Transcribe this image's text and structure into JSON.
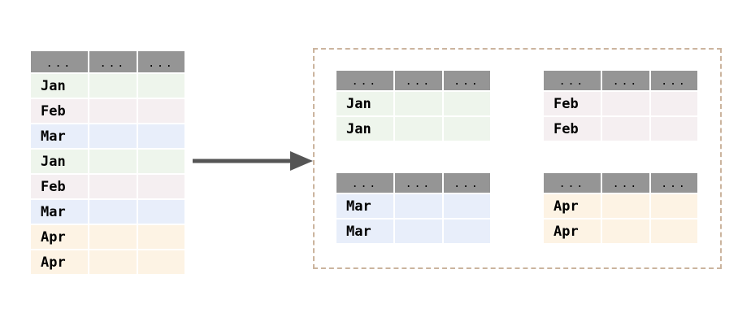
{
  "diagram": {
    "title": "group-by split diagram",
    "colors": {
      "header_gray": "#959595",
      "jan_green": "#eef5ec",
      "feb_pink": "#f5eff1",
      "mar_blue": "#e8eefa",
      "apr_cream": "#fdf3e4",
      "arrow_gray": "#555555",
      "panel_border": "#cbb49e",
      "background": "#ffffff",
      "text": "#000000"
    },
    "header_dots": "...",
    "source_table": {
      "name": "source-table",
      "columns": [
        "...",
        "...",
        "..."
      ],
      "rows": [
        {
          "label": "Jan",
          "group": "jan"
        },
        {
          "label": "Feb",
          "group": "feb"
        },
        {
          "label": "Mar",
          "group": "mar"
        },
        {
          "label": "Jan",
          "group": "jan"
        },
        {
          "label": "Feb",
          "group": "feb"
        },
        {
          "label": "Mar",
          "group": "mar"
        },
        {
          "label": "Apr",
          "group": "apr"
        },
        {
          "label": "Apr",
          "group": "apr"
        }
      ]
    },
    "arrow": {
      "name": "flow-arrow",
      "direction": "right"
    },
    "result_panel": {
      "name": "result-panel",
      "groups": [
        {
          "name": "group-table-jan",
          "columns": [
            "...",
            "...",
            "..."
          ],
          "rows": [
            "Jan",
            "Jan"
          ],
          "group": "jan"
        },
        {
          "name": "group-table-feb",
          "columns": [
            "...",
            "...",
            "..."
          ],
          "rows": [
            "Feb",
            "Feb"
          ],
          "group": "feb"
        },
        {
          "name": "group-table-mar",
          "columns": [
            "...",
            "...",
            "..."
          ],
          "rows": [
            "Mar",
            "Mar"
          ],
          "group": "mar"
        },
        {
          "name": "group-table-apr",
          "columns": [
            "...",
            "...",
            "..."
          ],
          "rows": [
            "Apr",
            "Apr"
          ],
          "group": "apr"
        }
      ]
    }
  }
}
